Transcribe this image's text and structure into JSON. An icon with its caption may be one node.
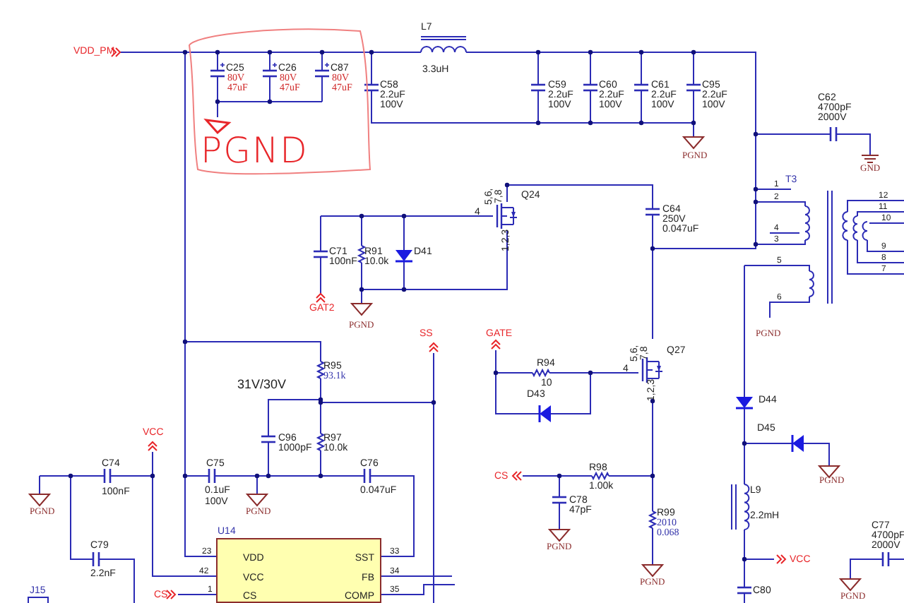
{
  "diagram": {
    "nodes": [
      {
        "text": [
          "U14",
          "VDD",
          "VCC",
          "CS",
          "SST",
          "FB",
          "COMP"
        ],
        "beside": [
          "23",
          "42",
          "1",
          "33",
          "34",
          "35"
        ]
      }
    ],
    "labels": [
      "VDD_PM",
      "C25",
      "80V",
      "47uF",
      "C26",
      "80V",
      "47uF",
      "C87",
      "80V",
      "47uF",
      "PGND",
      "L7",
      "3.3uH",
      "C58",
      "2.2uF",
      "100V",
      "C59",
      "2.2uF",
      "100V",
      "C60",
      "2.2uF",
      "100V",
      "C61",
      "2.2uF",
      "100V",
      "C95",
      "2.2uF",
      "100V",
      "PGND",
      "C62",
      "4700pF",
      "2000V",
      "GND",
      "T3",
      "1",
      "2",
      "4",
      "3",
      "5",
      "6",
      "12",
      "11",
      "10",
      "9",
      "8",
      "7",
      "Q24",
      "5,6,",
      "7,8",
      "4",
      "1,2,3",
      "C64",
      "250V",
      "0.047uF",
      "C71",
      "100nF",
      "R91",
      "10.0k",
      "D41",
      "GAT2",
      "PGND",
      "GATE",
      "PGND",
      "R94",
      "10",
      "D43",
      "Q27",
      "5,6,",
      "7,8",
      "4",
      "1,2,3",
      "R95",
      "93.1k",
      "31V/30V",
      "SS",
      "D44",
      "D45",
      "PGND",
      "C96",
      "1000pF",
      "R97",
      "10.0k",
      "C74",
      "100nF",
      "VCC",
      "C75",
      "0.1uF",
      "100V",
      "C76",
      "0.047uF",
      "PGND",
      "PGND",
      "CS",
      "R98",
      "1.00k",
      "C78",
      "47pF",
      "PGND",
      "R99",
      "2010",
      "0.068",
      "PGND",
      "L9",
      "2.2mH",
      "VCC",
      "C77",
      "4700pF",
      "2000V",
      "PGND",
      "C80",
      "C79",
      "2.2nF",
      "J15",
      "CS"
    ]
  }
}
